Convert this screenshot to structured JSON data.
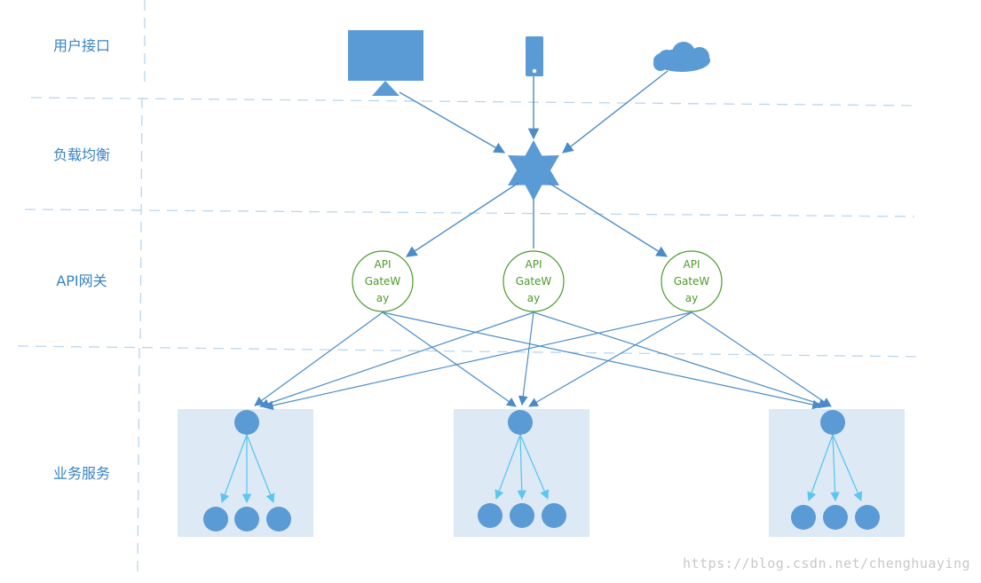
{
  "layers": [
    {
      "id": "ui",
      "label": "用户接口"
    },
    {
      "id": "lb",
      "label": "负载均衡"
    },
    {
      "id": "gw",
      "label": "API网关"
    },
    {
      "id": "svc",
      "label": "业务服务"
    }
  ],
  "clients": [
    {
      "id": "desktop",
      "icon": "monitor-icon"
    },
    {
      "id": "mobile",
      "icon": "mobile-phone-icon"
    },
    {
      "id": "cloud",
      "icon": "cloud-icon"
    }
  ],
  "load_balancer": {
    "icon": "star-icon"
  },
  "gateways": [
    {
      "id": "gw1",
      "lines": [
        "API",
        "GateW",
        "ay"
      ]
    },
    {
      "id": "gw2",
      "lines": [
        "API",
        "GateW",
        "ay"
      ]
    },
    {
      "id": "gw3",
      "lines": [
        "API",
        "GateW",
        "ay"
      ]
    }
  ],
  "services": [
    {
      "id": "svc1",
      "children": 3
    },
    {
      "id": "svc2",
      "children": 3
    },
    {
      "id": "svc3",
      "children": 3
    }
  ],
  "watermark": "https://blog.csdn.net/chenghuaying",
  "colors": {
    "primary": "#5b9bd5",
    "line": "#4a8cc8",
    "child_arrow": "#5bc6f0",
    "gateway": "#4e9a2c",
    "service_bg": "#dde9f5",
    "divider": "#b9d6ee"
  }
}
